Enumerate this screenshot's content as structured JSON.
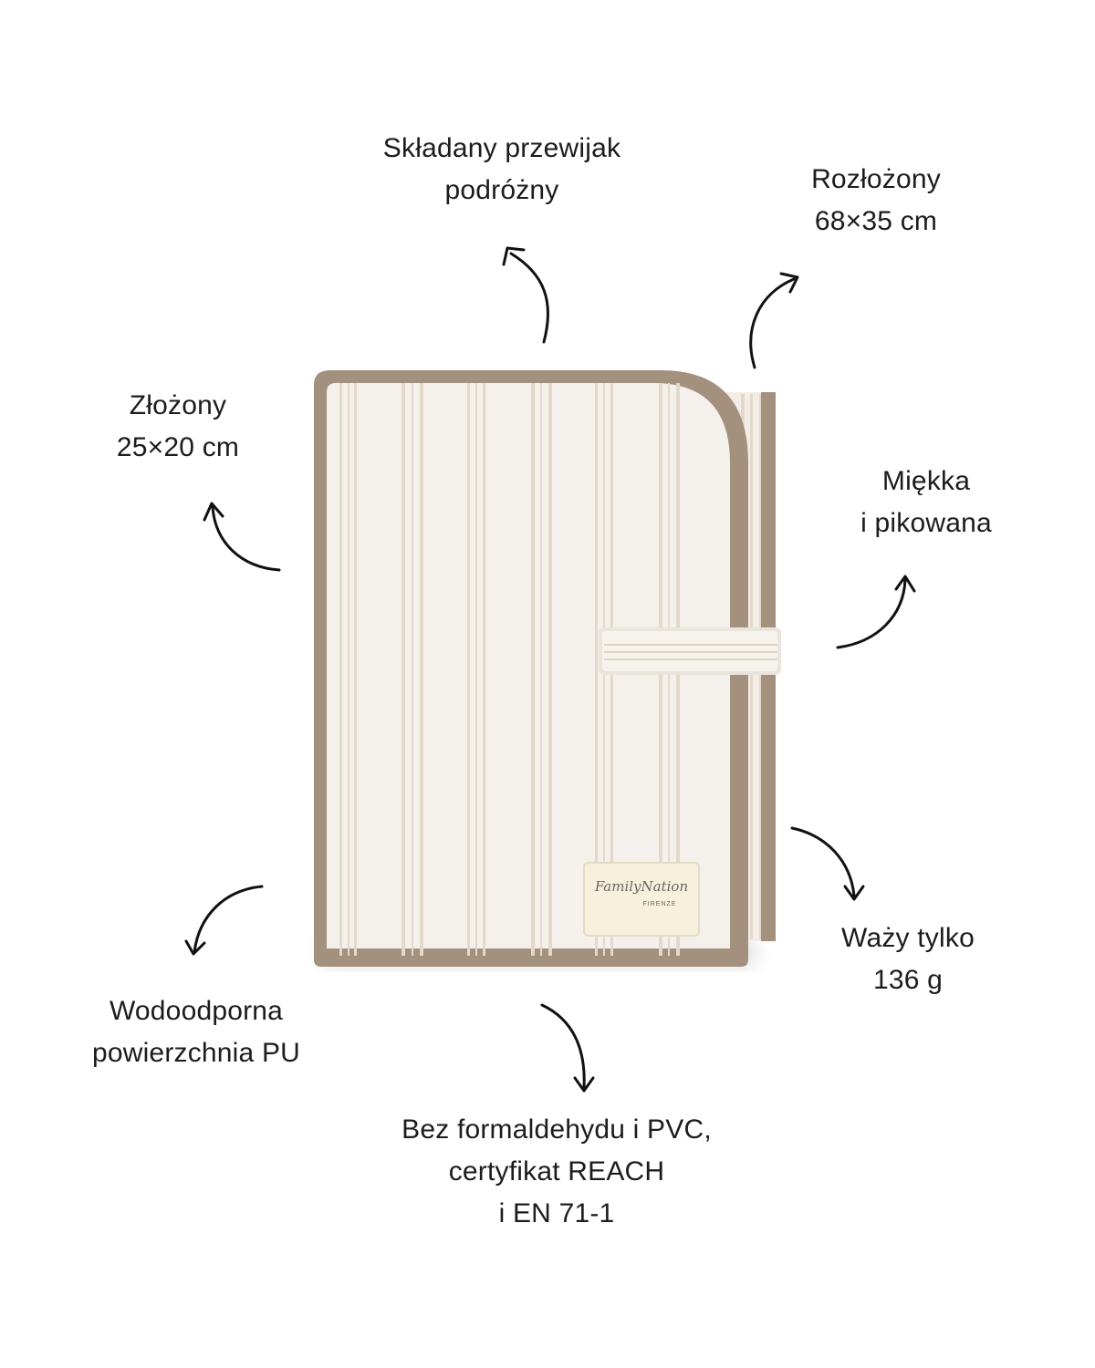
{
  "callouts": {
    "top_center": [
      "Składany przewijak",
      "podróżny"
    ],
    "top_right": [
      "Rozłożony",
      "68×35 cm"
    ],
    "left_upper": [
      "Złożony",
      "25×20 cm"
    ],
    "right_upper": [
      "Miękka",
      "i pikowana"
    ],
    "right_lower": [
      "Waży tylko",
      "136 g"
    ],
    "left_lower": [
      "Wodoodporna",
      "powierzchnia PU"
    ],
    "bottom_center": [
      "Bez formaldehydu i PVC,",
      "certyfikat REACH",
      "i EN 71-1"
    ]
  },
  "product": {
    "brand_label": "FamilyNation",
    "brand_sublabel": "FIRENZE"
  },
  "colors": {
    "fabric": "#f4f1ec",
    "stripe": "#e2d9cb",
    "binding": "#a3917e",
    "label_patch": "#f6f0dc"
  }
}
